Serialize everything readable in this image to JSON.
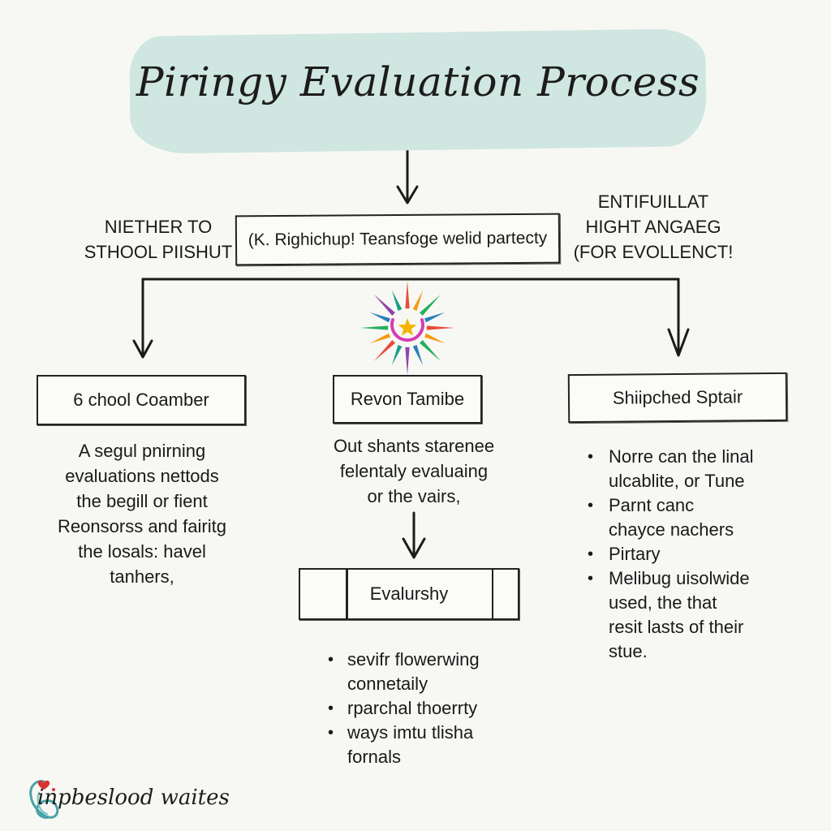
{
  "title": "Piringy Evaluation Process",
  "left_label": [
    "NIETHER TO",
    "STHOOL PIISHUT"
  ],
  "right_label": [
    "ENTIFUILLAT",
    "HIGHT ANGAEG",
    "(FOR EVOLLENCT!"
  ],
  "top_box": "(K. Righichup! Teansfoge welid partecty",
  "columns": {
    "left": {
      "heading": "6 chool Coamber",
      "description": [
        "A segul pnirning",
        "evaluations nettods",
        "the begill or fient",
        "Reonsorss and fairitg",
        "the losals: havel",
        "tanhers,"
      ]
    },
    "middle": {
      "heading": "Revon Tamibe",
      "description": [
        "Out shants starenee",
        "felentaly evaluaing",
        "or the vairs,"
      ],
      "sub_heading": "Evalurshy",
      "bullets": [
        [
          "sevifr flowerwing",
          "connetaily"
        ],
        [
          "rparchal thoerrty"
        ],
        [
          "ways imtu tlisha",
          "fornals"
        ]
      ]
    },
    "right": {
      "heading": "Shiipched Sptair",
      "bullets": [
        [
          "Norre can the linal",
          "ulcablite, or Tune"
        ],
        [
          "Parnt canc",
          "chayce nachers"
        ],
        [
          "Pirtary"
        ],
        [
          "Melibug uisolwide",
          "used, the that",
          "resit lasts of their",
          "stue."
        ]
      ]
    }
  },
  "brand": "inpbeslood waites",
  "colors": {
    "title_band": "#cfe6e1",
    "ink": "#1a1a1a",
    "burst_rays": [
      "#e74c3c",
      "#f39c12",
      "#27ae60",
      "#2980b9",
      "#8e44ad",
      "#16a085"
    ],
    "burst_ring": "#d63cb4",
    "burst_star": "#f4b400"
  },
  "icons": {
    "center": "sun-burst-icon",
    "brand": "heart-logo-icon"
  }
}
